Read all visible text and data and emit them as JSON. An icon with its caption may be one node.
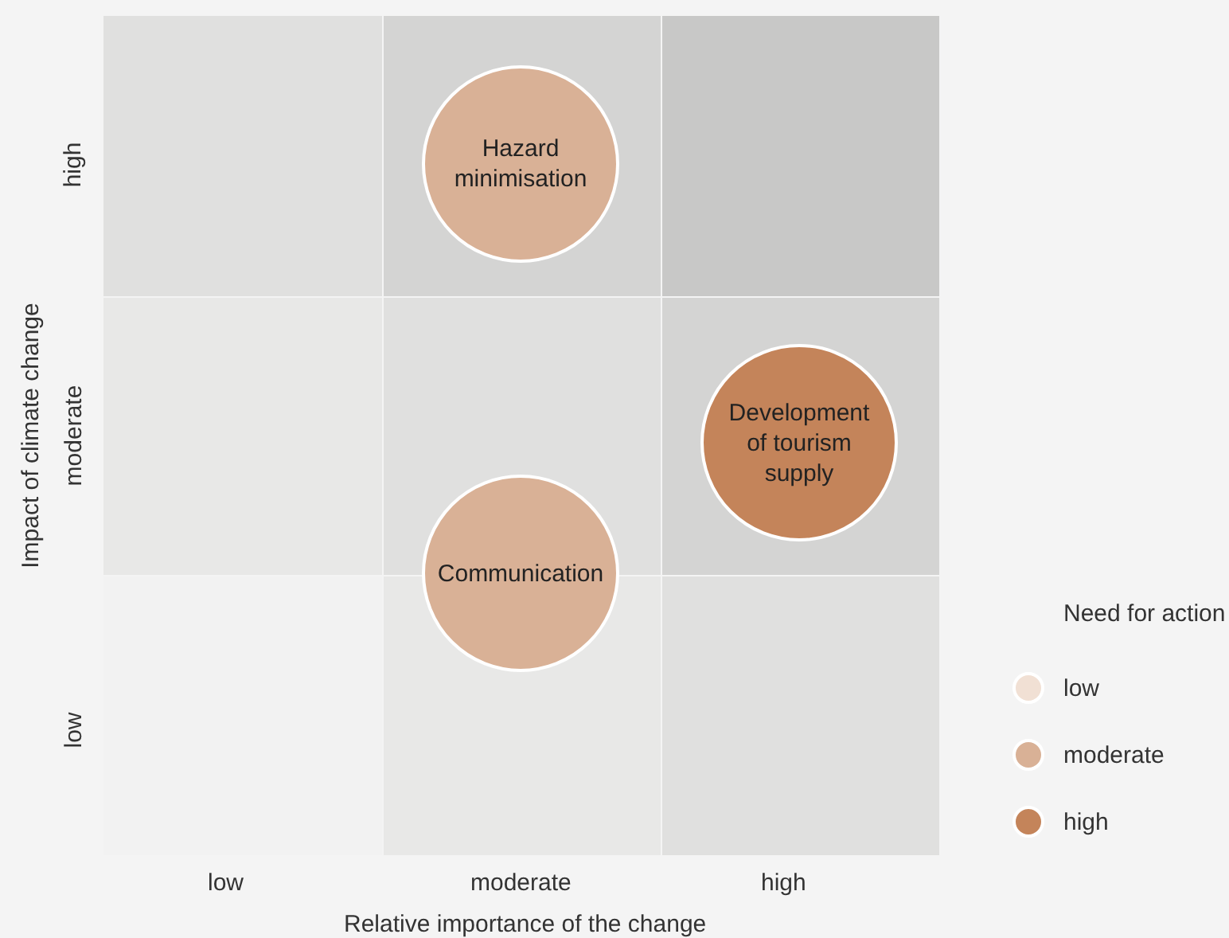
{
  "diagram": {
    "nodes": [
      {
        "text": [
          "Hazard minimisation"
        ]
      },
      {
        "text": [
          "Development of tourism supply"
        ]
      },
      {
        "text": [
          "Communication"
        ]
      }
    ],
    "edges": [],
    "labels": [
      "high",
      "moderate",
      "low",
      "Impact of climate change",
      "low",
      "moderate",
      "high",
      "Relative importance of the change",
      "Need for action"
    ],
    "legend": [
      {
        "text": "low",
        "color": "#f1e0d4"
      },
      {
        "text": "moderate",
        "color": "#d9b196"
      },
      {
        "text": "high",
        "color": "#c4845a"
      }
    ]
  }
}
